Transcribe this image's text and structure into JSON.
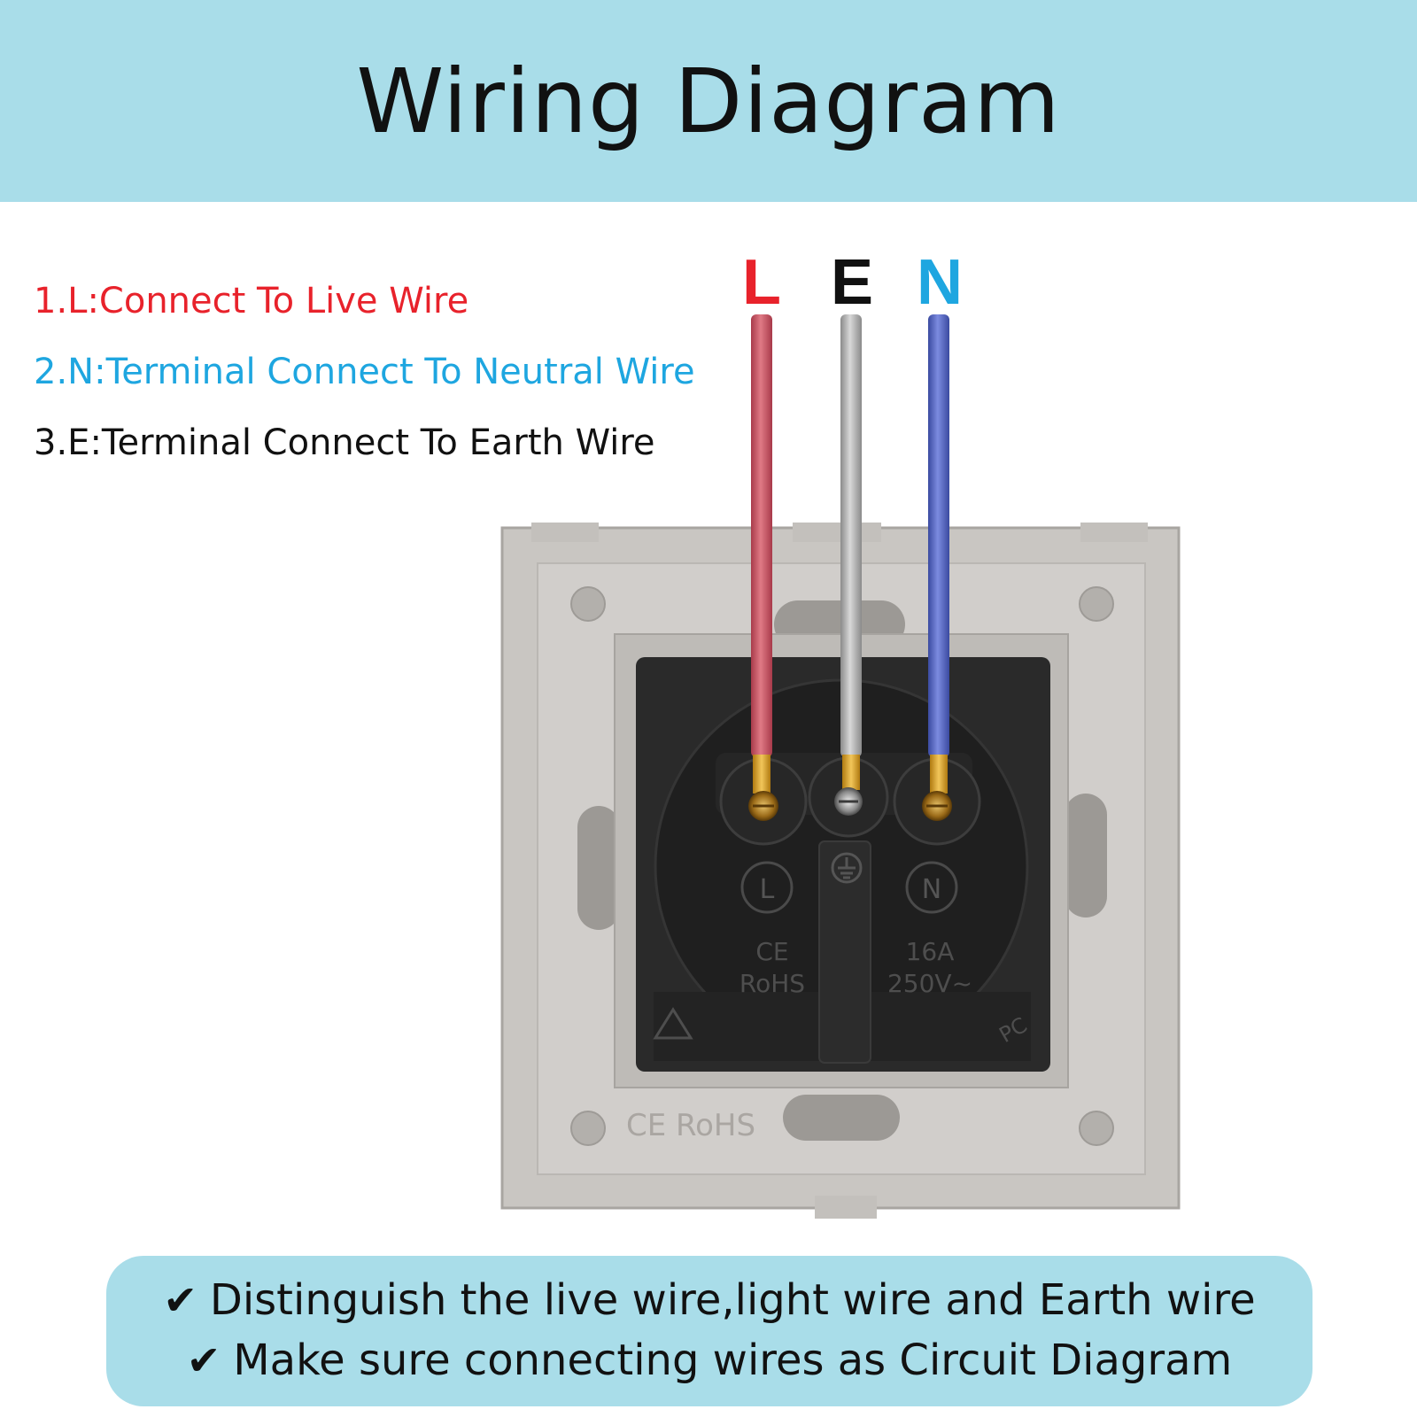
{
  "header": {
    "title": "Wiring Diagram"
  },
  "legend": {
    "items": [
      {
        "text": "1.L:Connect To Live Wire",
        "color": "#e8222b"
      },
      {
        "text": "2.N:Terminal Connect To Neutral Wire",
        "color": "#1ea6e0"
      },
      {
        "text": "3.E:Terminal Connect To Earth Wire",
        "color": "#111111"
      }
    ]
  },
  "wires": {
    "live": {
      "letter": "L",
      "color": "#e8222b"
    },
    "earth": {
      "letter": "E",
      "color": "#111111"
    },
    "neutral": {
      "letter": "N",
      "color": "#1ea6e0"
    }
  },
  "socket": {
    "terminal_l": "L",
    "terminal_n": "N",
    "ce": "CE",
    "rohs": "RoHS",
    "rating_current": "16A",
    "rating_voltage": "250V~",
    "pc": "PC",
    "plate_mark": "CE RoHS"
  },
  "footer": {
    "lines": [
      {
        "check": "✔",
        "text": "Distinguish the live wire,light wire and Earth wire"
      },
      {
        "check": "✔",
        "text": "Make sure connecting wires as Circuit Diagram"
      }
    ]
  }
}
